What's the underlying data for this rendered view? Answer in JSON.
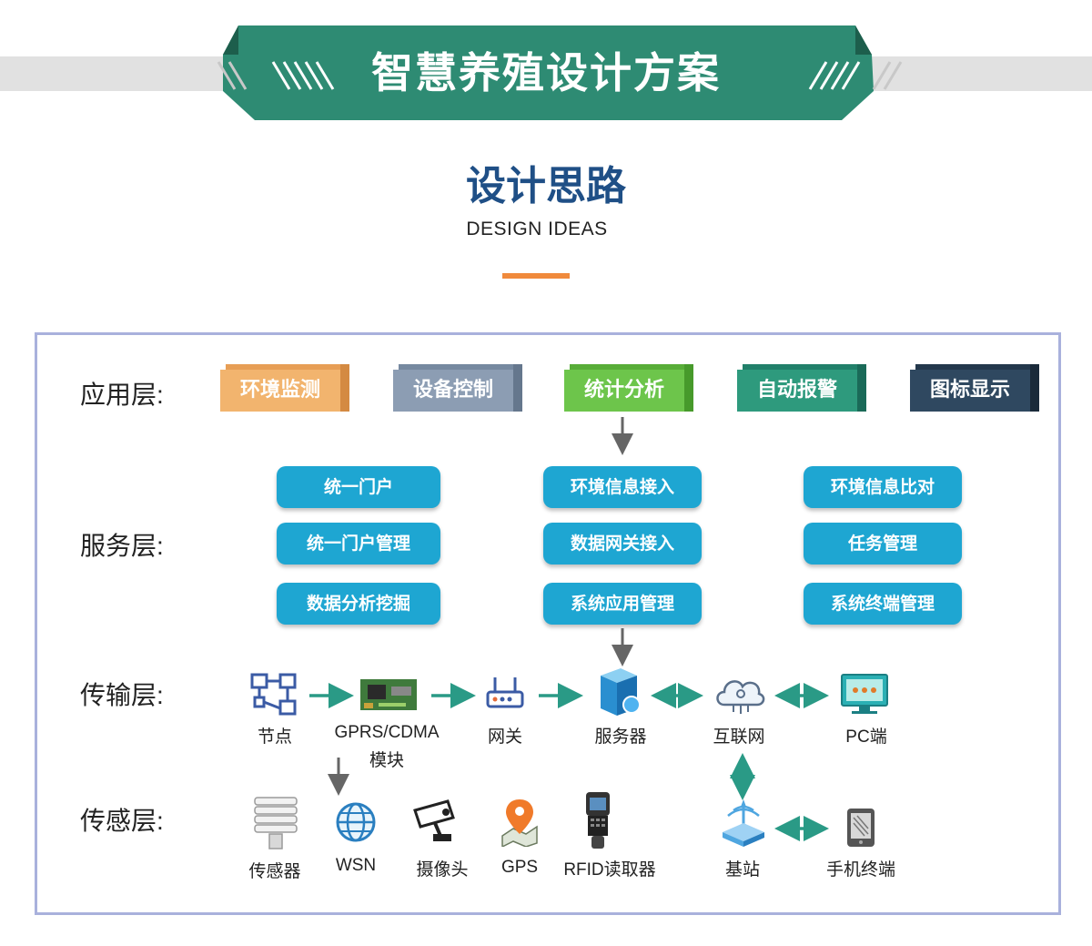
{
  "header": {
    "banner_title": "智慧养殖设计方案",
    "section_title": "设计思路",
    "section_subtitle": "DESIGN IDEAS"
  },
  "colors": {
    "banner_green": "#2e8b73",
    "title_blue": "#1f4f86",
    "accent_orange": "#f08a3c",
    "frame_border": "#a9b1dc",
    "service_blue": "#1ea6d2"
  },
  "layers": {
    "application": {
      "label": "应用层:",
      "items": [
        {
          "label": "环境监测",
          "color": "#f2b46e"
        },
        {
          "label": "设备控制",
          "color": "#8c9db3"
        },
        {
          "label": "统计分析",
          "color": "#6dc54b"
        },
        {
          "label": "自动报警",
          "color": "#2e9a7d"
        },
        {
          "label": "图标显示",
          "color": "#2f4860"
        }
      ]
    },
    "service": {
      "label": "服务层:",
      "items": [
        "统一门户",
        "环境信息接入",
        "环境信息比对",
        "统一门户管理",
        "数据网关接入",
        "任务管理",
        "数据分析挖掘",
        "系统应用管理",
        "系统终端管理"
      ]
    },
    "transport": {
      "label": "传输层:",
      "nodes": [
        {
          "label": "节点",
          "icon": "node-network-icon"
        },
        {
          "label": "GPRS/CDMA",
          "label2": "模块",
          "icon": "circuit-board-icon"
        },
        {
          "label": "网关",
          "icon": "router-icon"
        },
        {
          "label": "服务器",
          "icon": "server-icon"
        },
        {
          "label": "互联网",
          "icon": "cloud-icon"
        },
        {
          "label": "PC端",
          "icon": "monitor-icon"
        }
      ]
    },
    "sensing": {
      "label": "传感层:",
      "nodes": [
        {
          "label": "传感器",
          "icon": "sensor-shield-icon"
        },
        {
          "label": "WSN",
          "icon": "globe-icon"
        },
        {
          "label": "摄像头",
          "icon": "camera-icon"
        },
        {
          "label": "GPS",
          "icon": "gps-pin-icon"
        },
        {
          "label": "RFID读取器",
          "icon": "rfid-reader-icon"
        },
        {
          "label": "基站",
          "icon": "base-station-icon"
        },
        {
          "label": "手机终端",
          "icon": "mobile-phone-icon"
        }
      ]
    }
  }
}
